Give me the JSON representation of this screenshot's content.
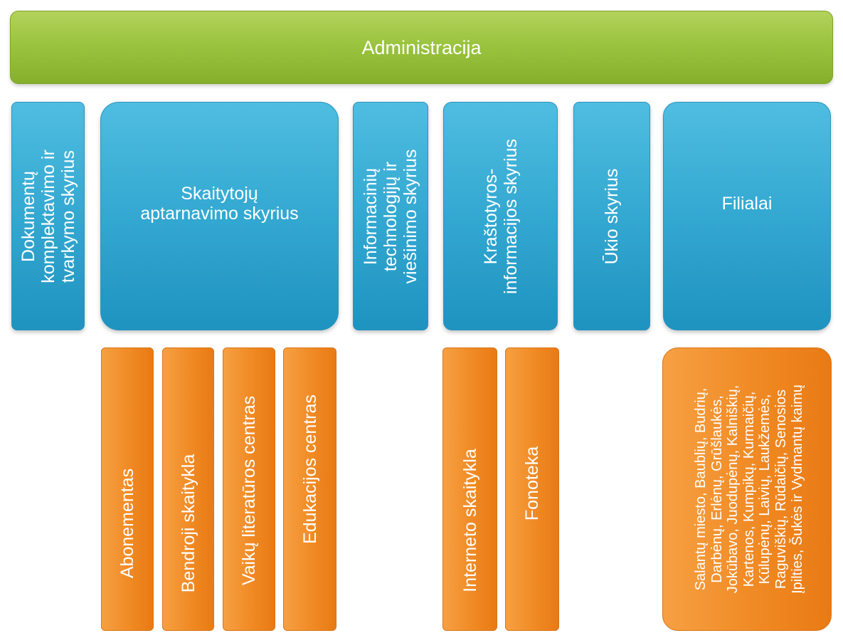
{
  "admin": {
    "label": "Administracija"
  },
  "departments": {
    "dokumentu": {
      "line1": "Dokumentų",
      "line2": "komplektavimo ir",
      "line3": "tvarkymo skyrius"
    },
    "skaitytoju": {
      "line1": "Skaitytojų",
      "line2": "aptarnavimo skyrius"
    },
    "it": {
      "line1": "Informacinių",
      "line2": "technologijų ir",
      "line3": "viešinimo skyrius"
    },
    "krastotyros": {
      "line1": "Kraštotyros-",
      "line2": "informacijos skyrius"
    },
    "ukio": {
      "label": "Ūkio skyrius"
    },
    "filialai": {
      "label": "Filialai"
    }
  },
  "sub_units": {
    "abonementas": "Abonementas",
    "bendroji": "Bendroji skaitykla",
    "vaiku": "Vaikų literatūros centras",
    "edukacijos": "Edukacijos centras",
    "interneto": "Interneto skaitykla",
    "fonoteka": "Fonoteka"
  },
  "filialai_list": {
    "line1": "Salantų  miesto, Baublių, Budrių,",
    "line2": "Darbėnų, Erlėnų, Grūšlaukės,",
    "line3": "Jokūbavo, Juodupėnų, Kalniškių,",
    "line4": "Kartenos, Kumpikų, Kurmaičių,",
    "line5": "Kūlupėnų, Laivių, Laukžemės,",
    "line6": "Raguviškių, Rūdaičių, Senosios",
    "line7": "Įpilties, Šukės ir Vydmantų kaimų"
  },
  "colors": {
    "admin_green": "#9bc43f",
    "department_blue": "#33a8d1",
    "unit_orange": "#f08a24",
    "text": "#ffffff"
  }
}
